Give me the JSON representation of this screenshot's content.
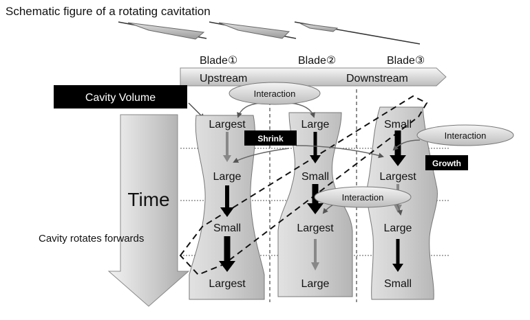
{
  "title": "Schematic figure of a rotating cavitation",
  "blades": [
    {
      "label": "Blade①"
    },
    {
      "label": "Blade②"
    },
    {
      "label": "Blade③"
    }
  ],
  "flow_arrow": {
    "upstream": "Upstream",
    "downstream": "Downstream"
  },
  "cavity_volume_label": "Cavity Volume",
  "time_label": "Time",
  "rotates_label": "Cavity rotates forwards",
  "columns": [
    {
      "blade": 1,
      "states": [
        "Largest",
        "Large",
        "Small",
        "Largest"
      ]
    },
    {
      "blade": 2,
      "states": [
        "Large",
        "Small",
        "Largest",
        "Large"
      ]
    },
    {
      "blade": 3,
      "states": [
        "Small",
        "Largest",
        "Large",
        "Small"
      ]
    }
  ],
  "interactions": [
    "Interaction",
    "Interaction",
    "Interaction"
  ],
  "tags": {
    "shrink": "Shrink",
    "growth": "Growth"
  },
  "colors": {
    "accent_dark": "#000000",
    "fill_light": "#dcdcdc",
    "fill_mid": "#b8b8b8"
  }
}
